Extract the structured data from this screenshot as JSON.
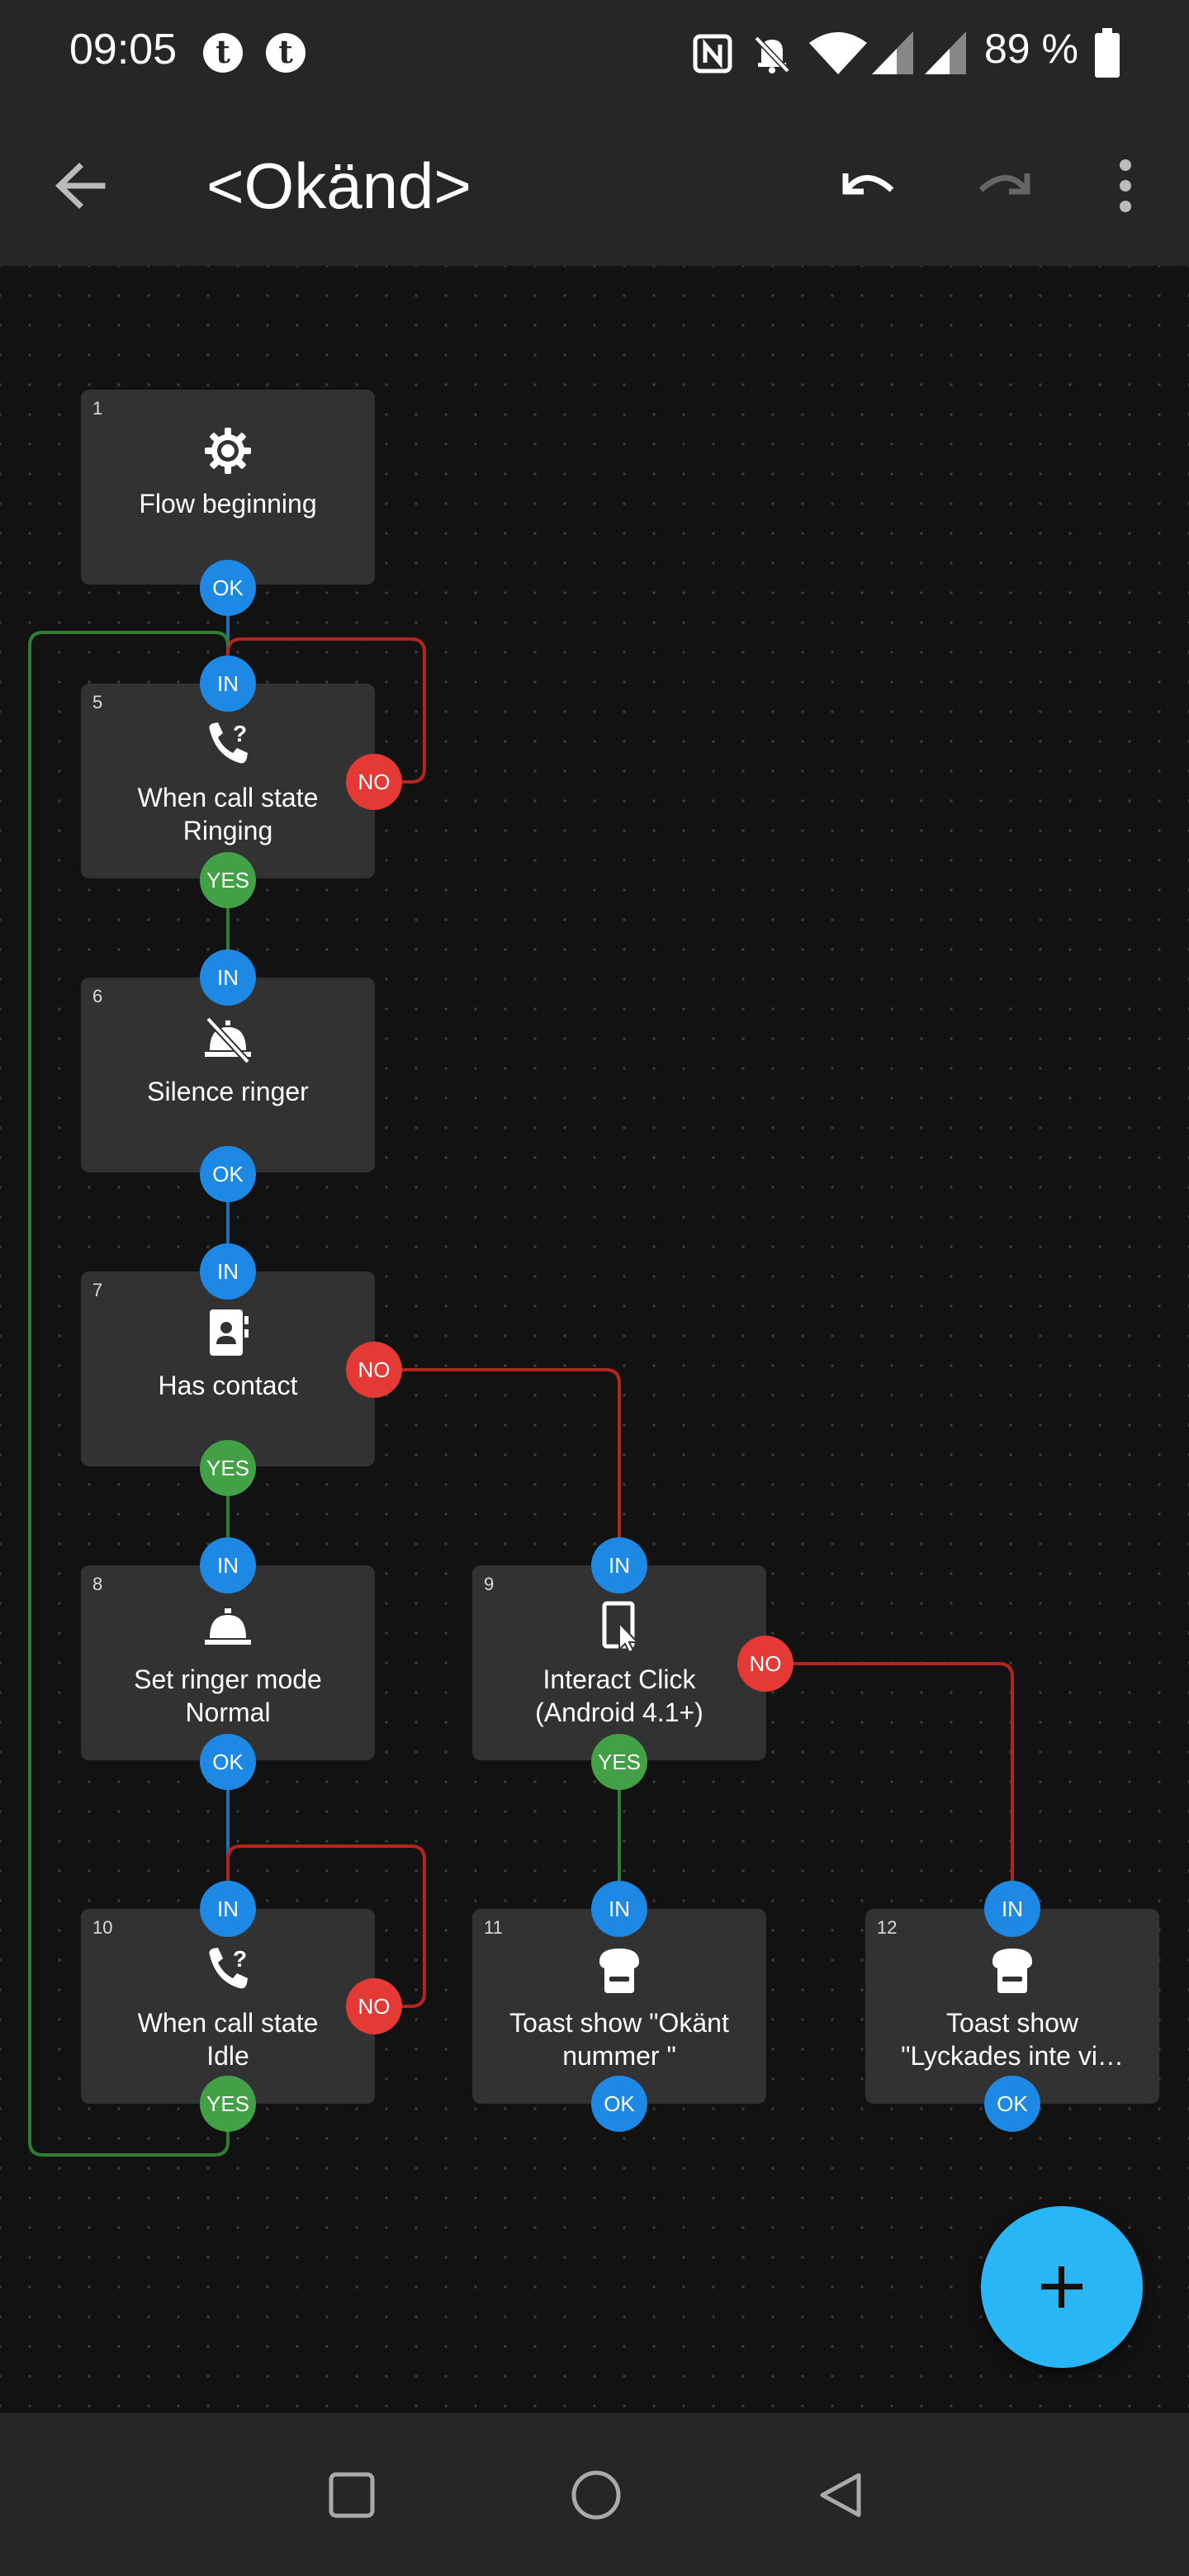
{
  "status": {
    "time": "09:05",
    "notif_glyph": "t",
    "battery": "89 %",
    "icons": [
      "nfc-icon",
      "bell-off-icon",
      "wifi-icon",
      "signal-icon",
      "signal-icon",
      "battery-icon"
    ]
  },
  "appbar": {
    "title": "<Okänd>",
    "icons": [
      "back-arrow-icon",
      "undo-icon",
      "redo-icon",
      "more-vert-icon"
    ]
  },
  "ports": {
    "in": "IN",
    "ok": "OK",
    "no": "NO",
    "yes": "YES"
  },
  "nodes": {
    "n1": {
      "num": "1",
      "label": "Flow beginning",
      "icon": "gear-icon"
    },
    "n5": {
      "num": "5",
      "label": "When call state\nRinging",
      "icon": "phone-question-icon"
    },
    "n6": {
      "num": "6",
      "label": "Silence ringer",
      "icon": "bell-off-icon"
    },
    "n7": {
      "num": "7",
      "label": "Has contact",
      "icon": "contact-card-icon"
    },
    "n8": {
      "num": "8",
      "label": "Set ringer mode\nNormal",
      "icon": "service-bell-icon"
    },
    "n9": {
      "num": "9",
      "label": "Interact Click\n(Android 4.1+)",
      "icon": "tap-pointer-icon"
    },
    "n10": {
      "num": "10",
      "label": "When call state\nIdle",
      "icon": "phone-question-icon"
    },
    "n11": {
      "num": "11",
      "label": "Toast show \"Okänt\nnummer \"",
      "icon": "toast-icon"
    },
    "n12": {
      "num": "12",
      "label": "Toast show\n\"Lyckades inte vi…",
      "icon": "toast-icon"
    }
  },
  "colors": {
    "port_in": "#1e88e5",
    "port_no": "#e53935",
    "port_yes": "#43a047",
    "wire_blue": "#1e6fb5",
    "wire_red": "#b3261e",
    "wire_green": "#2e7d32",
    "fab": "#29b6f6"
  },
  "fab": {
    "label": "+",
    "icon": "plus-icon"
  },
  "navbar": {
    "icons": [
      "square-recents-icon",
      "circle-home-icon",
      "triangle-back-icon"
    ]
  }
}
